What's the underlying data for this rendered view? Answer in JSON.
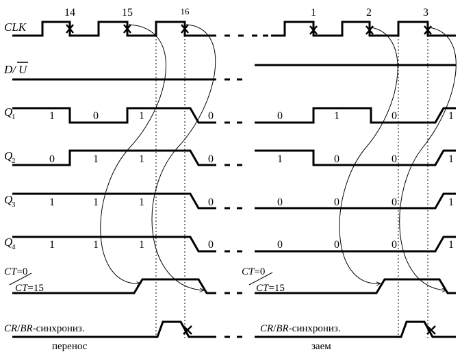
{
  "signals": {
    "clk": "CLK",
    "du_d": "D/",
    "du_u": "U",
    "q1": "Q",
    "q1_sub": "1",
    "q2": "Q",
    "q2_sub": "2",
    "q3": "Q",
    "q3_sub": "3",
    "q4": "Q",
    "q4_sub": "4"
  },
  "clock_numbers": {
    "left": [
      "14",
      "15",
      "16"
    ],
    "right": [
      "1",
      "2",
      "3"
    ]
  },
  "bits": {
    "left": {
      "q1": [
        "1",
        "0",
        "1",
        "0"
      ],
      "q2": [
        "0",
        "1",
        "1",
        "0"
      ],
      "q3": [
        "1",
        "1",
        "1",
        "0"
      ],
      "q4": [
        "1",
        "1",
        "1",
        "0"
      ]
    },
    "right": {
      "q1": [
        "0",
        "1",
        "0",
        "1"
      ],
      "q2": [
        "1",
        "0",
        "0",
        "1"
      ],
      "q3": [
        "0",
        "0",
        "0",
        "1"
      ],
      "q4": [
        "0",
        "0",
        "0",
        "1"
      ]
    }
  },
  "ct": {
    "left": {
      "ct_a": "CT",
      "eq0": "=0",
      "ct_b": "CT",
      "eq15": "=15"
    },
    "right": {
      "ct_a": "CT",
      "eq0": "=0",
      "ct_b": "CT",
      "eq15": "=15"
    }
  },
  "crbr": {
    "left": {
      "cr": "CR",
      "slash": "/",
      "br": "BR",
      "rest": "-синхрониз.",
      "caption": "перенос"
    },
    "right": {
      "cr": "CR",
      "slash": "/",
      "br": "BR",
      "rest": "-синхрониз.",
      "caption": "заем"
    }
  }
}
